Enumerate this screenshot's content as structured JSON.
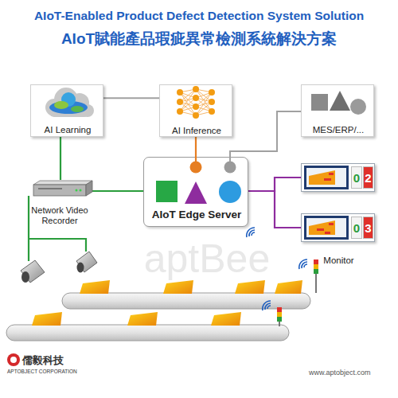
{
  "diagram": {
    "title": "AIoT-Enabled Product Defect Detection System Solution",
    "nodes": [
      {
        "text": [
          "AI Learning"
        ]
      },
      {
        "text": [
          "AI Inference"
        ]
      },
      {
        "text": [
          "MES/ERP/..."
        ]
      },
      {
        "text": [
          "Network Video Recorder"
        ]
      },
      {
        "text": [
          "AIoT Edge Server"
        ]
      },
      {
        "text": [
          "0",
          "2"
        ]
      },
      {
        "text": [
          "0",
          "3",
          "Monitor"
        ]
      }
    ],
    "edges": [
      {
        "from": 0,
        "to": 1,
        "arrow": "none"
      },
      {
        "from": 1,
        "to": 4,
        "arrow": "none"
      },
      {
        "from": 4,
        "to": 2,
        "arrow": "none"
      },
      {
        "from": 0,
        "to": 3,
        "arrow": "none"
      },
      {
        "from": 3,
        "to": 4,
        "arrow": "none"
      },
      {
        "from": 4,
        "to": 5,
        "arrow": "none"
      },
      {
        "from": 4,
        "to": 6,
        "arrow": "none"
      }
    ],
    "labels": [
      "AIoT賦能產品瑕疵異常檢測系統解決方案",
      "aptBee",
      "儒毅科技",
      "APTOBJECT CORPORATION",
      "www.aptobject.com"
    ]
  }
}
